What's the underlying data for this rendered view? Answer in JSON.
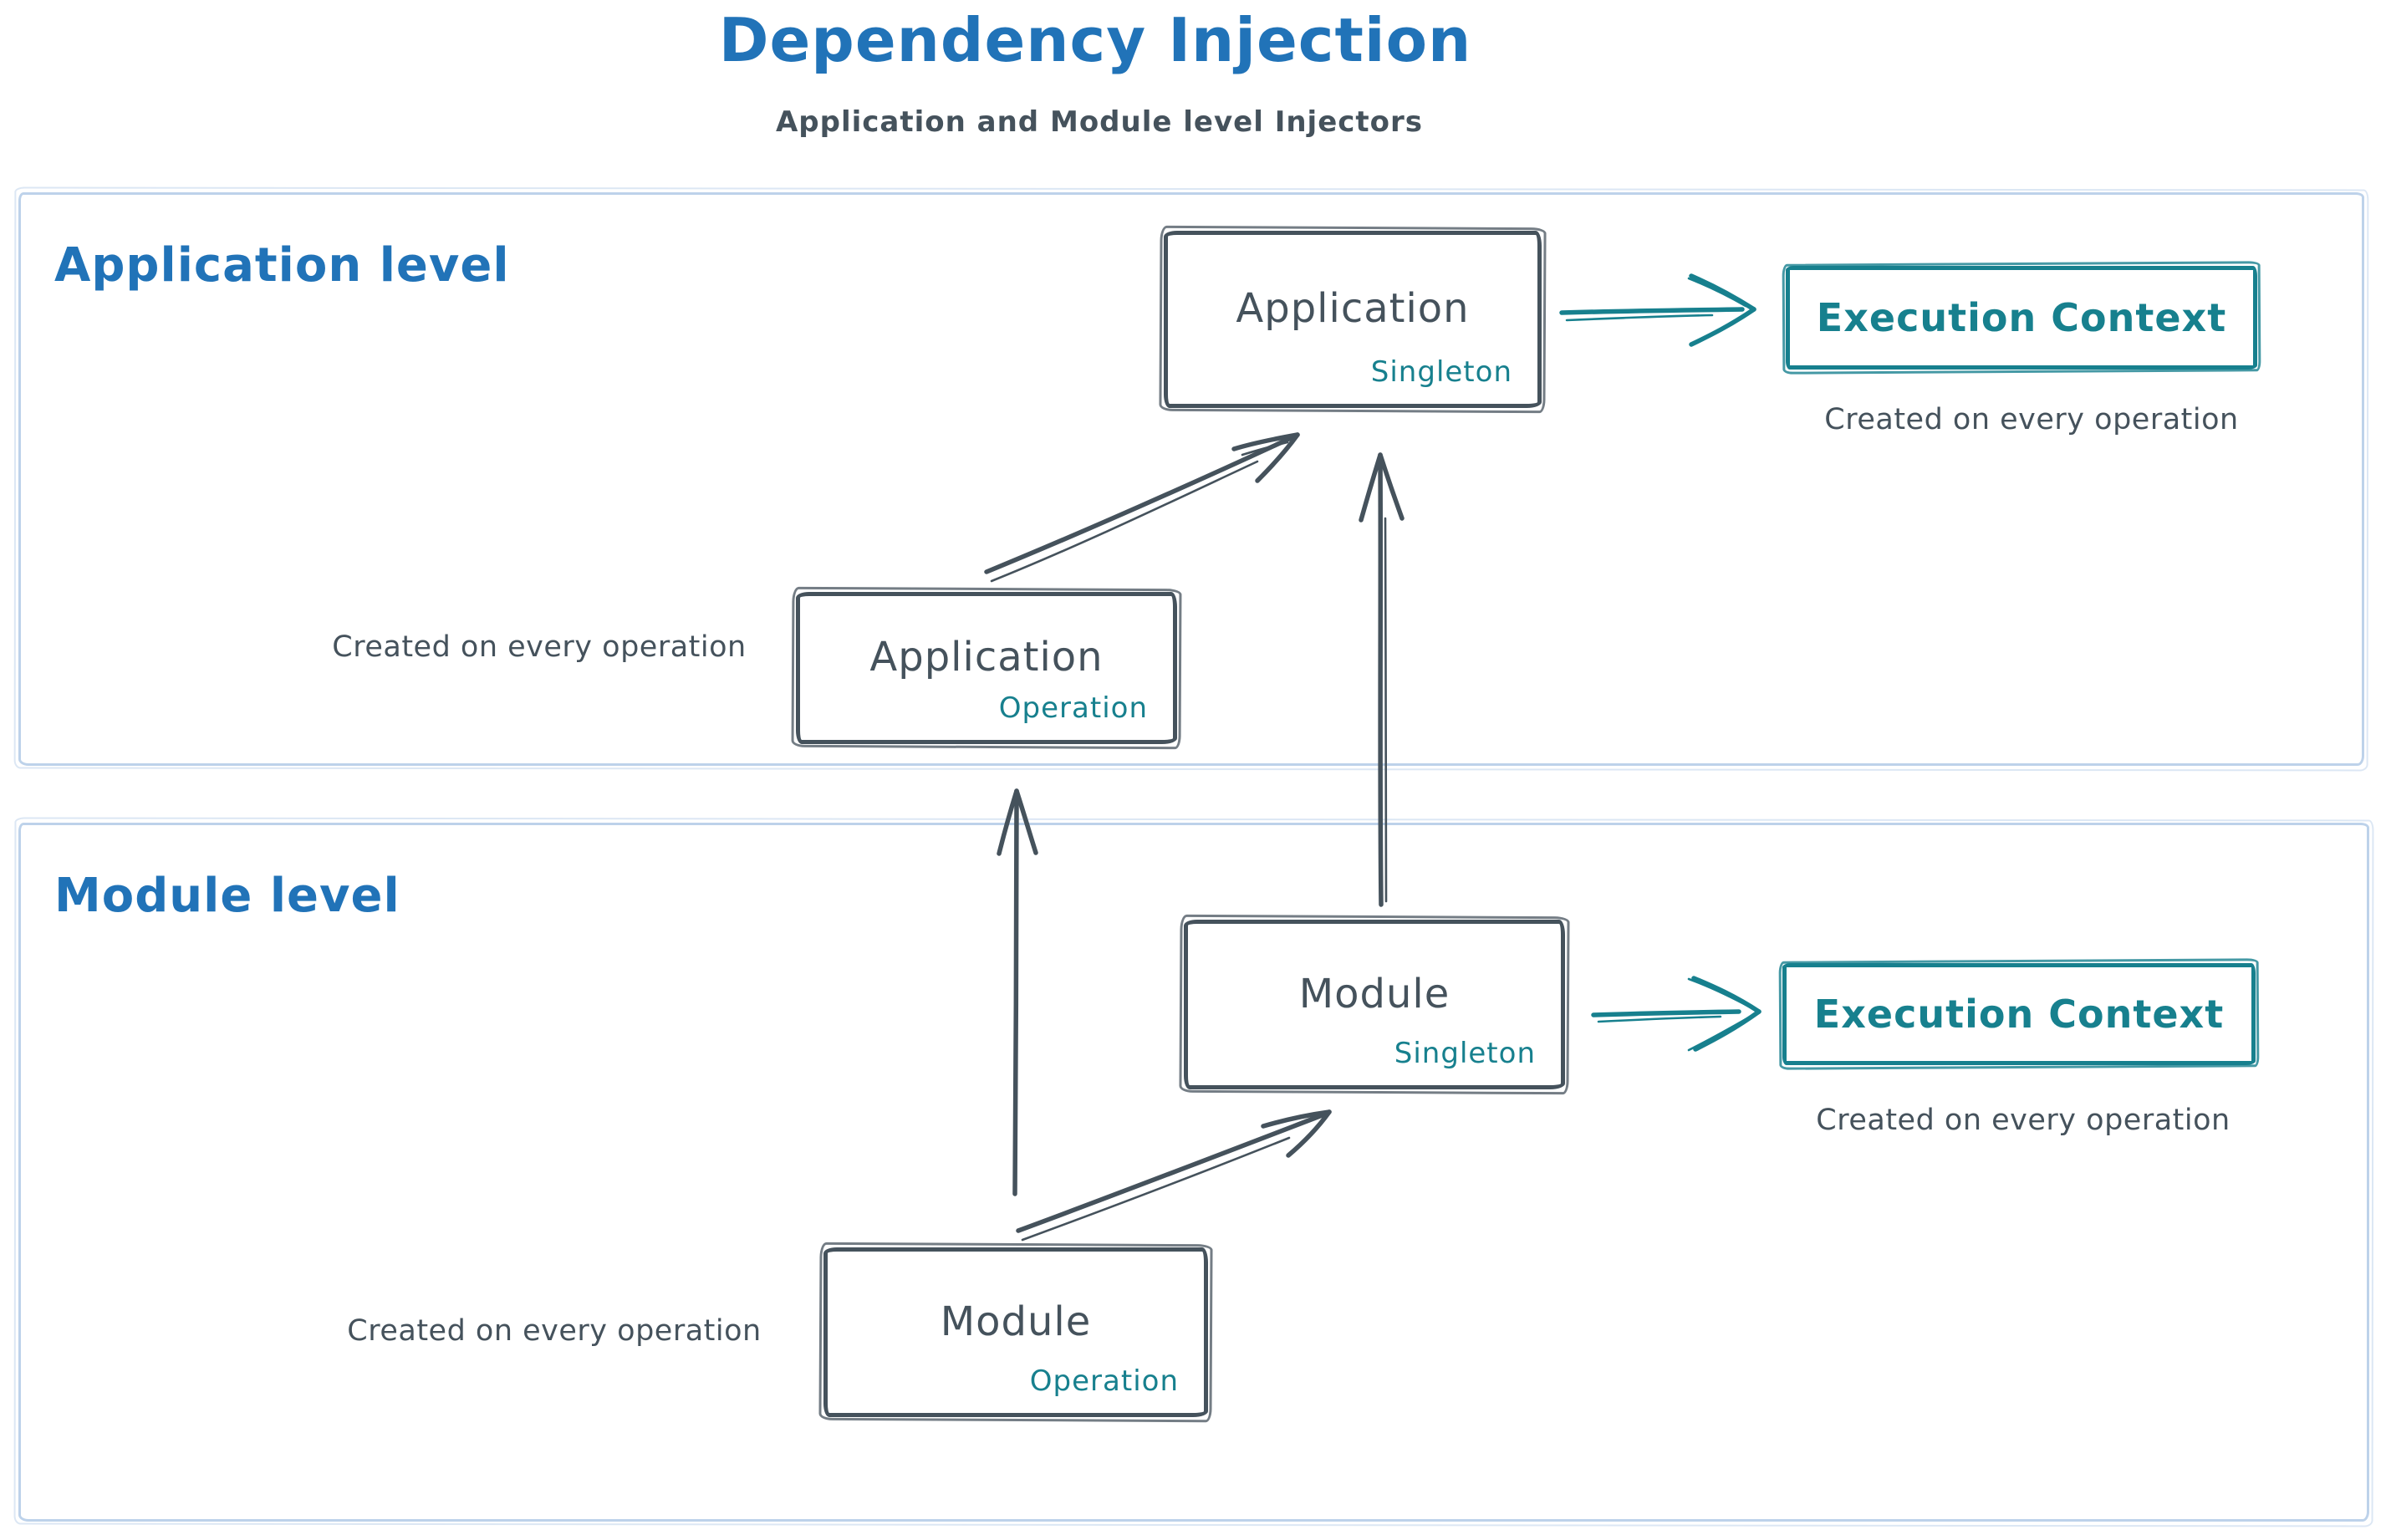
{
  "title": {
    "text": "Dependency Injection"
  },
  "subtitle": {
    "text": "Application and Module level Injectors"
  },
  "palette": {
    "blue": "#2173b8",
    "teal": "#17808e",
    "dark": "#45525c",
    "container_border": "#bdd2ea"
  },
  "sections": {
    "application": {
      "label": "Application level",
      "nodes": {
        "singleton": {
          "title": "Application",
          "badge": "Singleton"
        },
        "operation": {
          "title": "Application",
          "badge": "Operation"
        },
        "execution_context": {
          "title": "Execution Context"
        }
      },
      "notes": {
        "execution_context": "Created on every operation",
        "operation": "Created on every operation"
      }
    },
    "module": {
      "label": "Module level",
      "nodes": {
        "singleton": {
          "title": "Module",
          "badge": "Singleton"
        },
        "operation": {
          "title": "Module",
          "badge": "Operation"
        },
        "execution_context": {
          "title": "Execution Context"
        }
      },
      "notes": {
        "execution_context": "Created on every operation",
        "operation": "Created on every operation"
      }
    }
  }
}
